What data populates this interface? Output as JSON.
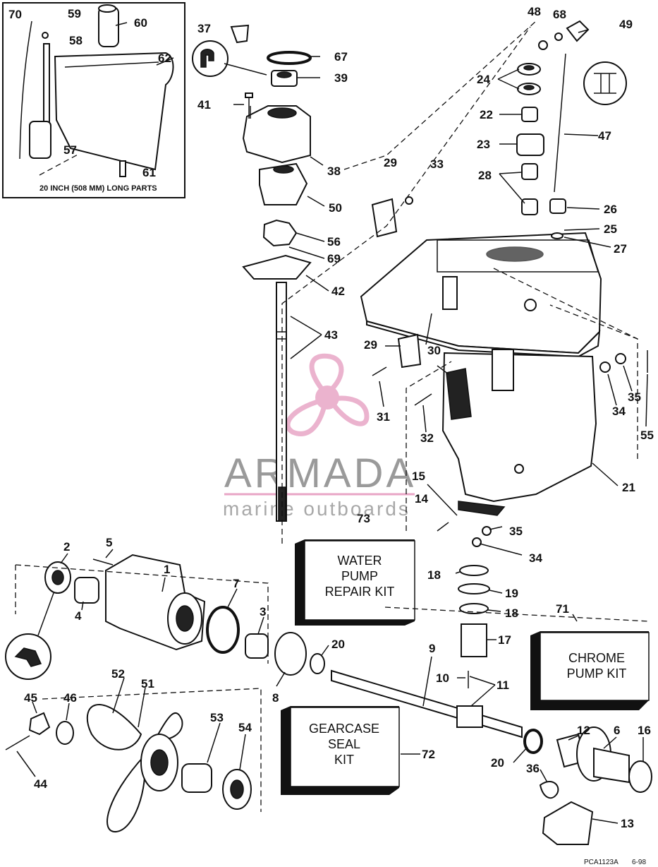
{
  "inset": {
    "caption": "20 INCH (508 MM) LONG PARTS"
  },
  "watermark": {
    "brand": "ARMADA",
    "tagline": "marine outboards",
    "accent": "#e8a6c6"
  },
  "kits": {
    "water_pump": [
      "WATER",
      "PUMP",
      "REPAIR KIT"
    ],
    "chrome_pump": [
      "CHROME",
      "PUMP KIT"
    ],
    "gearcase_seal": [
      "GEARCASE",
      "SEAL",
      "KIT"
    ]
  },
  "footer": {
    "code": "PCA1123A",
    "date": "6-98"
  },
  "callouts": [
    "70",
    "59",
    "60",
    "58",
    "62",
    "57",
    "61",
    "37",
    "67",
    "39",
    "41",
    "38",
    "50",
    "56",
    "69",
    "42",
    "43",
    "48",
    "68",
    "49",
    "24",
    "22",
    "47",
    "23",
    "28",
    "26",
    "25",
    "27",
    "29",
    "33",
    "29",
    "30",
    "31",
    "32",
    "34",
    "35",
    "55",
    "21",
    "15",
    "14",
    "73",
    "35",
    "34",
    "2",
    "5",
    "1",
    "7",
    "3",
    "4",
    "18",
    "19",
    "18",
    "17",
    "20",
    "9",
    "10",
    "11",
    "71",
    "8",
    "52",
    "51",
    "45",
    "46",
    "53",
    "54",
    "12",
    "6",
    "16",
    "44",
    "72",
    "20",
    "36",
    "13"
  ]
}
